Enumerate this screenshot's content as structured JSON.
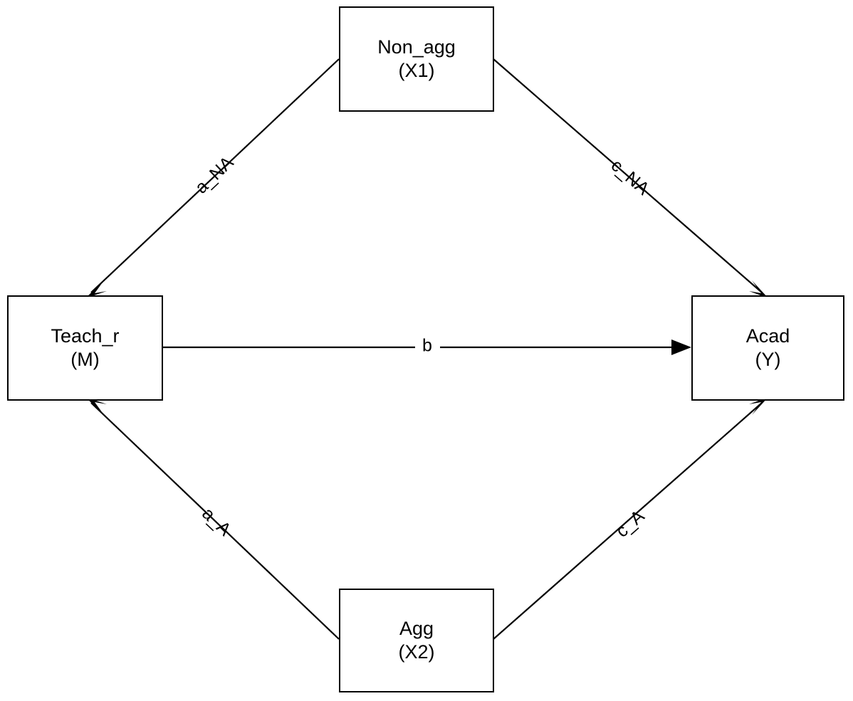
{
  "diagram": {
    "type": "mediation-path-diagram",
    "background_color": "#ffffff",
    "stroke_color": "#000000",
    "nodes": [
      {
        "id": "x1",
        "name": "Non_agg",
        "role": "(X1)",
        "position": "top"
      },
      {
        "id": "m",
        "name": "Teach_r",
        "role": "(M)",
        "position": "left"
      },
      {
        "id": "y",
        "name": "Acad",
        "role": "(Y)",
        "position": "right"
      },
      {
        "id": "x2",
        "name": "Agg",
        "role": "(X2)",
        "position": "bottom"
      }
    ],
    "edges": [
      {
        "id": "a_na",
        "label": "a_NA",
        "from": "Non_agg (X1)",
        "to": "Teach_r (M)"
      },
      {
        "id": "c_na",
        "label": "c_NA",
        "from": "Non_agg (X1)",
        "to": "Acad (Y)"
      },
      {
        "id": "b",
        "label": "b",
        "from": "Teach_r (M)",
        "to": "Acad (Y)"
      },
      {
        "id": "a_a",
        "label": "a_A",
        "from": "Agg (X2)",
        "to": "Teach_r (M)"
      },
      {
        "id": "c_a",
        "label": "c_A",
        "from": "Agg (X2)",
        "to": "Acad (Y)"
      }
    ]
  }
}
